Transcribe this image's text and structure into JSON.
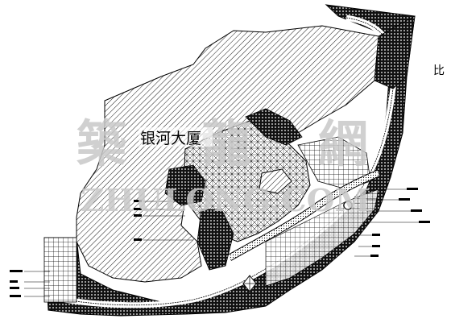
{
  "drawing": {
    "building_label": "银河大厦",
    "corner_label": "比",
    "watermark_chars": [
      "築",
      "龍",
      "網"
    ],
    "watermark_latin": "ZHULONG.COM",
    "colors": {
      "ink": "#000000",
      "paper": "#ffffff",
      "watermark": "#c8c8c8"
    }
  }
}
